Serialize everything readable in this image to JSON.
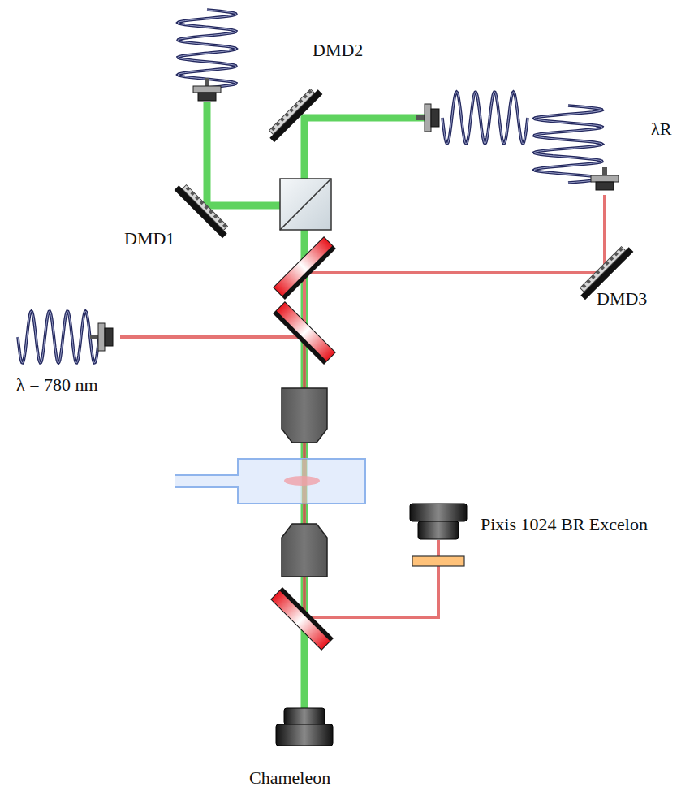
{
  "diagram": {
    "labels": [
      "DMD2",
      "DMD1",
      "λR",
      "DMD3",
      "λ = 780 nm",
      "Pixis 1024 BR Excelon",
      "Chameleon"
    ]
  }
}
